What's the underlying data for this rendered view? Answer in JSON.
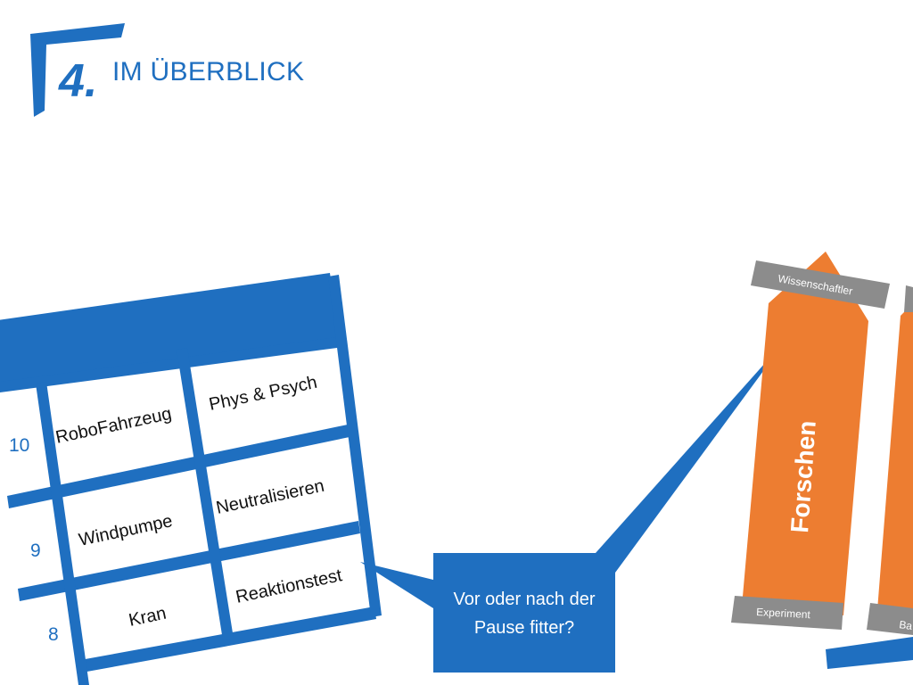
{
  "section": {
    "number": "4.",
    "title": "IM ÜBERBLICK"
  },
  "schedule": {
    "rows": [
      {
        "label": "10",
        "cells": [
          "RoboFahrzeug",
          "Phys & Psych"
        ]
      },
      {
        "label": "9",
        "cells": [
          "Windpumpe",
          "Neutralisieren"
        ]
      },
      {
        "label": "8",
        "cells": [
          "Kran",
          "Reaktionstest"
        ]
      }
    ]
  },
  "callout": {
    "line1": "Vor oder nach der",
    "line2": "Pause fitter?"
  },
  "pillar": {
    "label": "Forschen",
    "top_tag": "Wissenschaftler",
    "bottom_tag": "Experiment",
    "second_bottom_tag_partial": "Ba"
  },
  "colors": {
    "blue": "#1f6fc0",
    "orange": "#ed7d31",
    "gray": "#8c8c8c"
  }
}
